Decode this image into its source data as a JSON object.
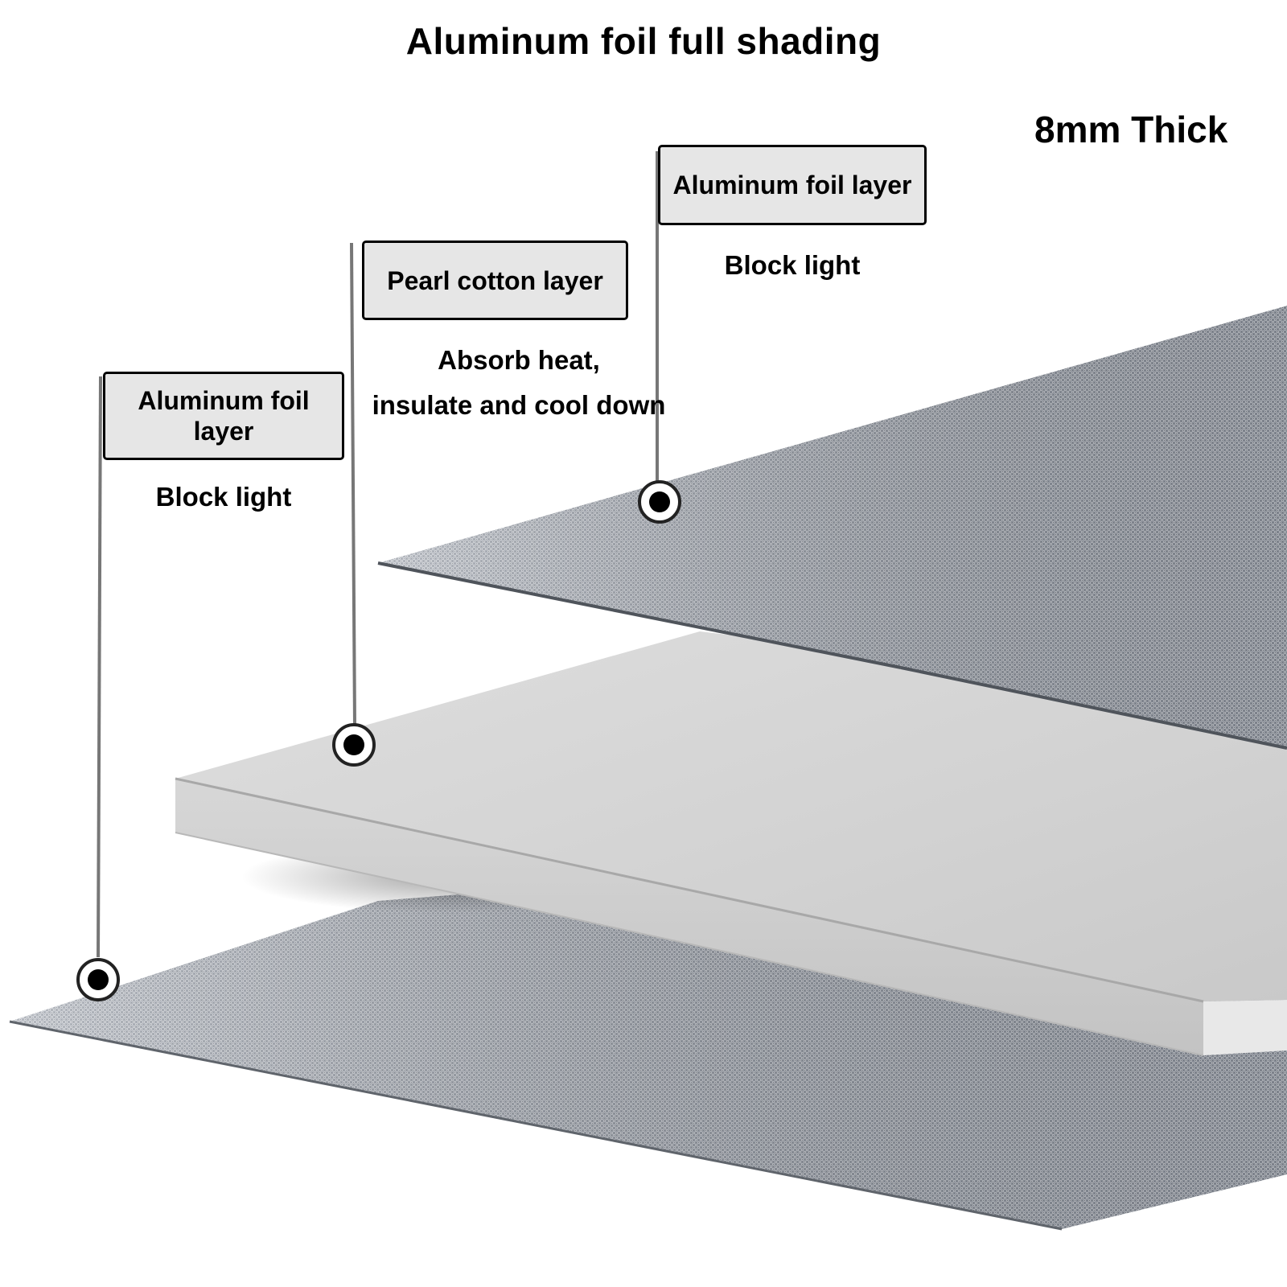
{
  "title": "Aluminum foil full shading",
  "thickness": "8mm Thick",
  "layers": [
    {
      "name": "Aluminum foil layer",
      "description": "Block light"
    },
    {
      "name": "Pearl cotton layer",
      "description": "Absorb heat,\ninsulate and cool down"
    },
    {
      "name": "Aluminum foil\nlayer",
      "description": "Block light"
    }
  ],
  "colors": {
    "foil": "#8e949e",
    "foam": "#d8d8d8",
    "box_fill": "#e6e6e6",
    "text": "#000000"
  }
}
